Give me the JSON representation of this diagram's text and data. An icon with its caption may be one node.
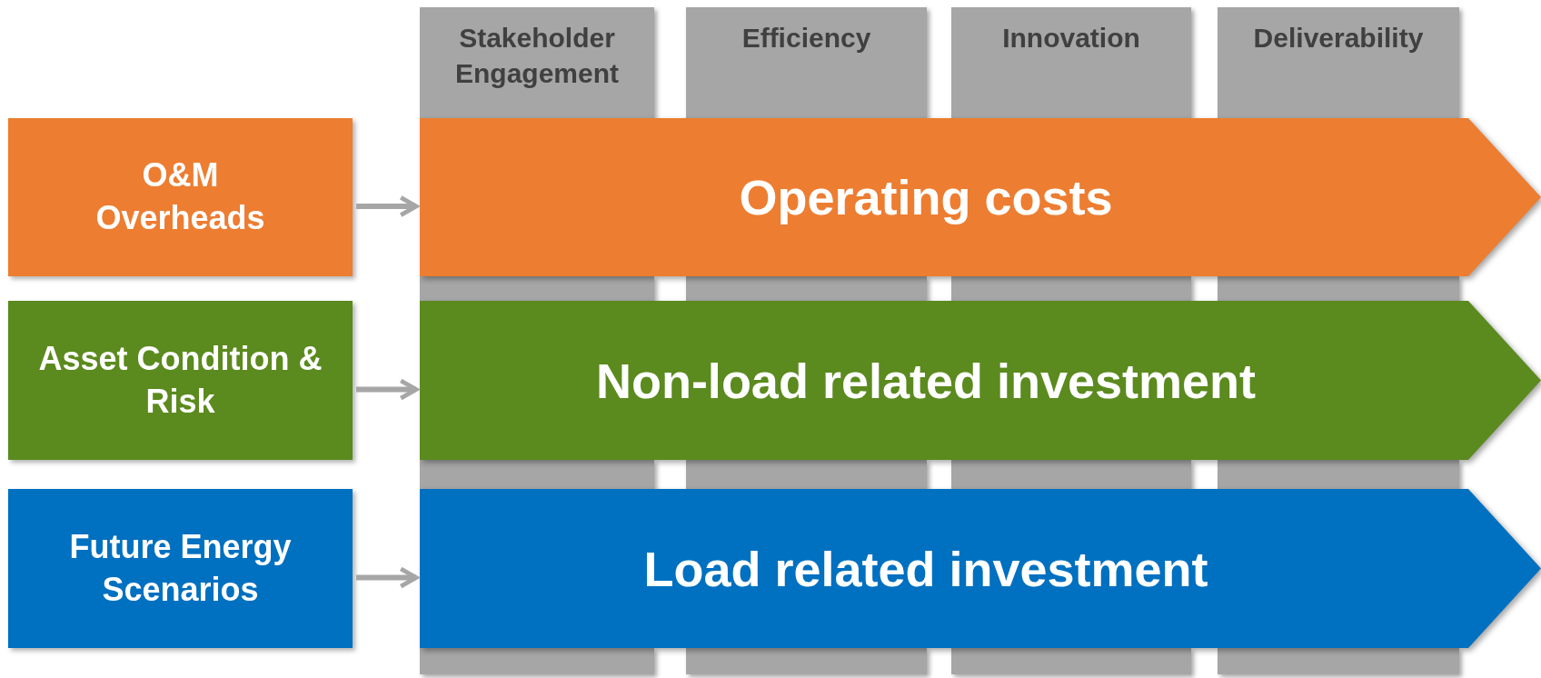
{
  "diagram": {
    "nodes": [
      {
        "text": [
          "Stakeholder Engagement"
        ]
      },
      {
        "text": [
          "Efficiency"
        ]
      },
      {
        "text": [
          "Innovation"
        ]
      },
      {
        "text": [
          "Deliverability"
        ]
      },
      {
        "text": [
          "O&M Overheads"
        ]
      },
      {
        "text": [
          "Asset Condition & Risk"
        ]
      },
      {
        "text": [
          "Future Energy Scenarios"
        ]
      },
      {
        "text": [
          "Operating costs"
        ]
      },
      {
        "text": [
          "Non-load related investment"
        ]
      },
      {
        "text": [
          "Load related investment"
        ]
      }
    ],
    "edges": [
      {
        "from": 4,
        "to": 7,
        "arrow": "to"
      },
      {
        "from": 5,
        "to": 8,
        "arrow": "to"
      },
      {
        "from": 6,
        "to": 9,
        "arrow": "to"
      }
    ]
  }
}
